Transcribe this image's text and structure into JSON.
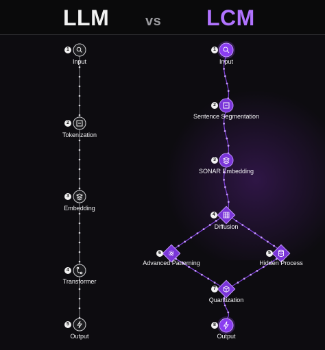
{
  "header": {
    "left_title": "LLM",
    "vs": "vs",
    "right_title": "LCM"
  },
  "llm_nodes": [
    {
      "n": "1",
      "label": "Input",
      "icon": "search-icon"
    },
    {
      "n": "2",
      "label": "Tokenization",
      "icon": "token-icon"
    },
    {
      "n": "3",
      "label": "Embedding",
      "icon": "layers-icon"
    },
    {
      "n": "4",
      "label": "Transformer",
      "icon": "branch-icon"
    },
    {
      "n": "5",
      "label": "Output",
      "icon": "bolt-icon"
    }
  ],
  "lcm_nodes": [
    {
      "n": "1",
      "label": "Input",
      "icon": "search-icon"
    },
    {
      "n": "2",
      "label": "Sentence Segmentation",
      "icon": "segment-icon"
    },
    {
      "n": "3",
      "label": "SONAR Embedding",
      "icon": "layers-icon"
    },
    {
      "n": "4",
      "label": "Diffusion",
      "icon": "grid-icon"
    },
    {
      "n": "5",
      "label": "Hidden Process",
      "icon": "database-icon"
    },
    {
      "n": "6",
      "label": "Advanced Patterning",
      "icon": "gear-icon"
    },
    {
      "n": "7",
      "label": "Quantization",
      "icon": "cube-icon"
    },
    {
      "n": "8",
      "label": "Output",
      "icon": "bolt-icon"
    }
  ],
  "colors": {
    "accent": "#9b4dff",
    "llm": "#e8e8ea",
    "background": "#0d0c10"
  }
}
